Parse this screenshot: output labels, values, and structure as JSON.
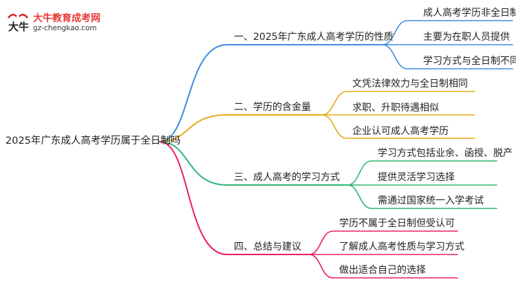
{
  "logo": {
    "title": "大牛教育成考网",
    "url": "gz-chengkao.com",
    "mark_text": "大牛"
  },
  "root": {
    "label": "2025年广东成人高考学历属于全日制吗"
  },
  "branches": [
    {
      "label": "一、2025年广东成人高考学历的性质",
      "color": "#3d8be0",
      "children": [
        "成人高考学历非全日制",
        "主要为在职人员提供",
        "学习方式与全日制不同"
      ]
    },
    {
      "label": "二、学历的含金量",
      "color": "#e6a817",
      "children": [
        "文凭法律效力与全日制相同",
        "求职、升职待遇相似",
        "企业认可成人高考学历"
      ]
    },
    {
      "label": "三、成人高考的学习方式",
      "color": "#2bb673",
      "children": [
        "学习方式包括业余、函授、脱产",
        "提供灵活学习选择",
        "需通过国家统一入学考试"
      ]
    },
    {
      "label": "四、总结与建议",
      "color": "#e91e63",
      "children": [
        "学历不属于全日制但受认可",
        "了解成人高考性质与学习方式",
        "做出适合自己的选择"
      ]
    }
  ]
}
